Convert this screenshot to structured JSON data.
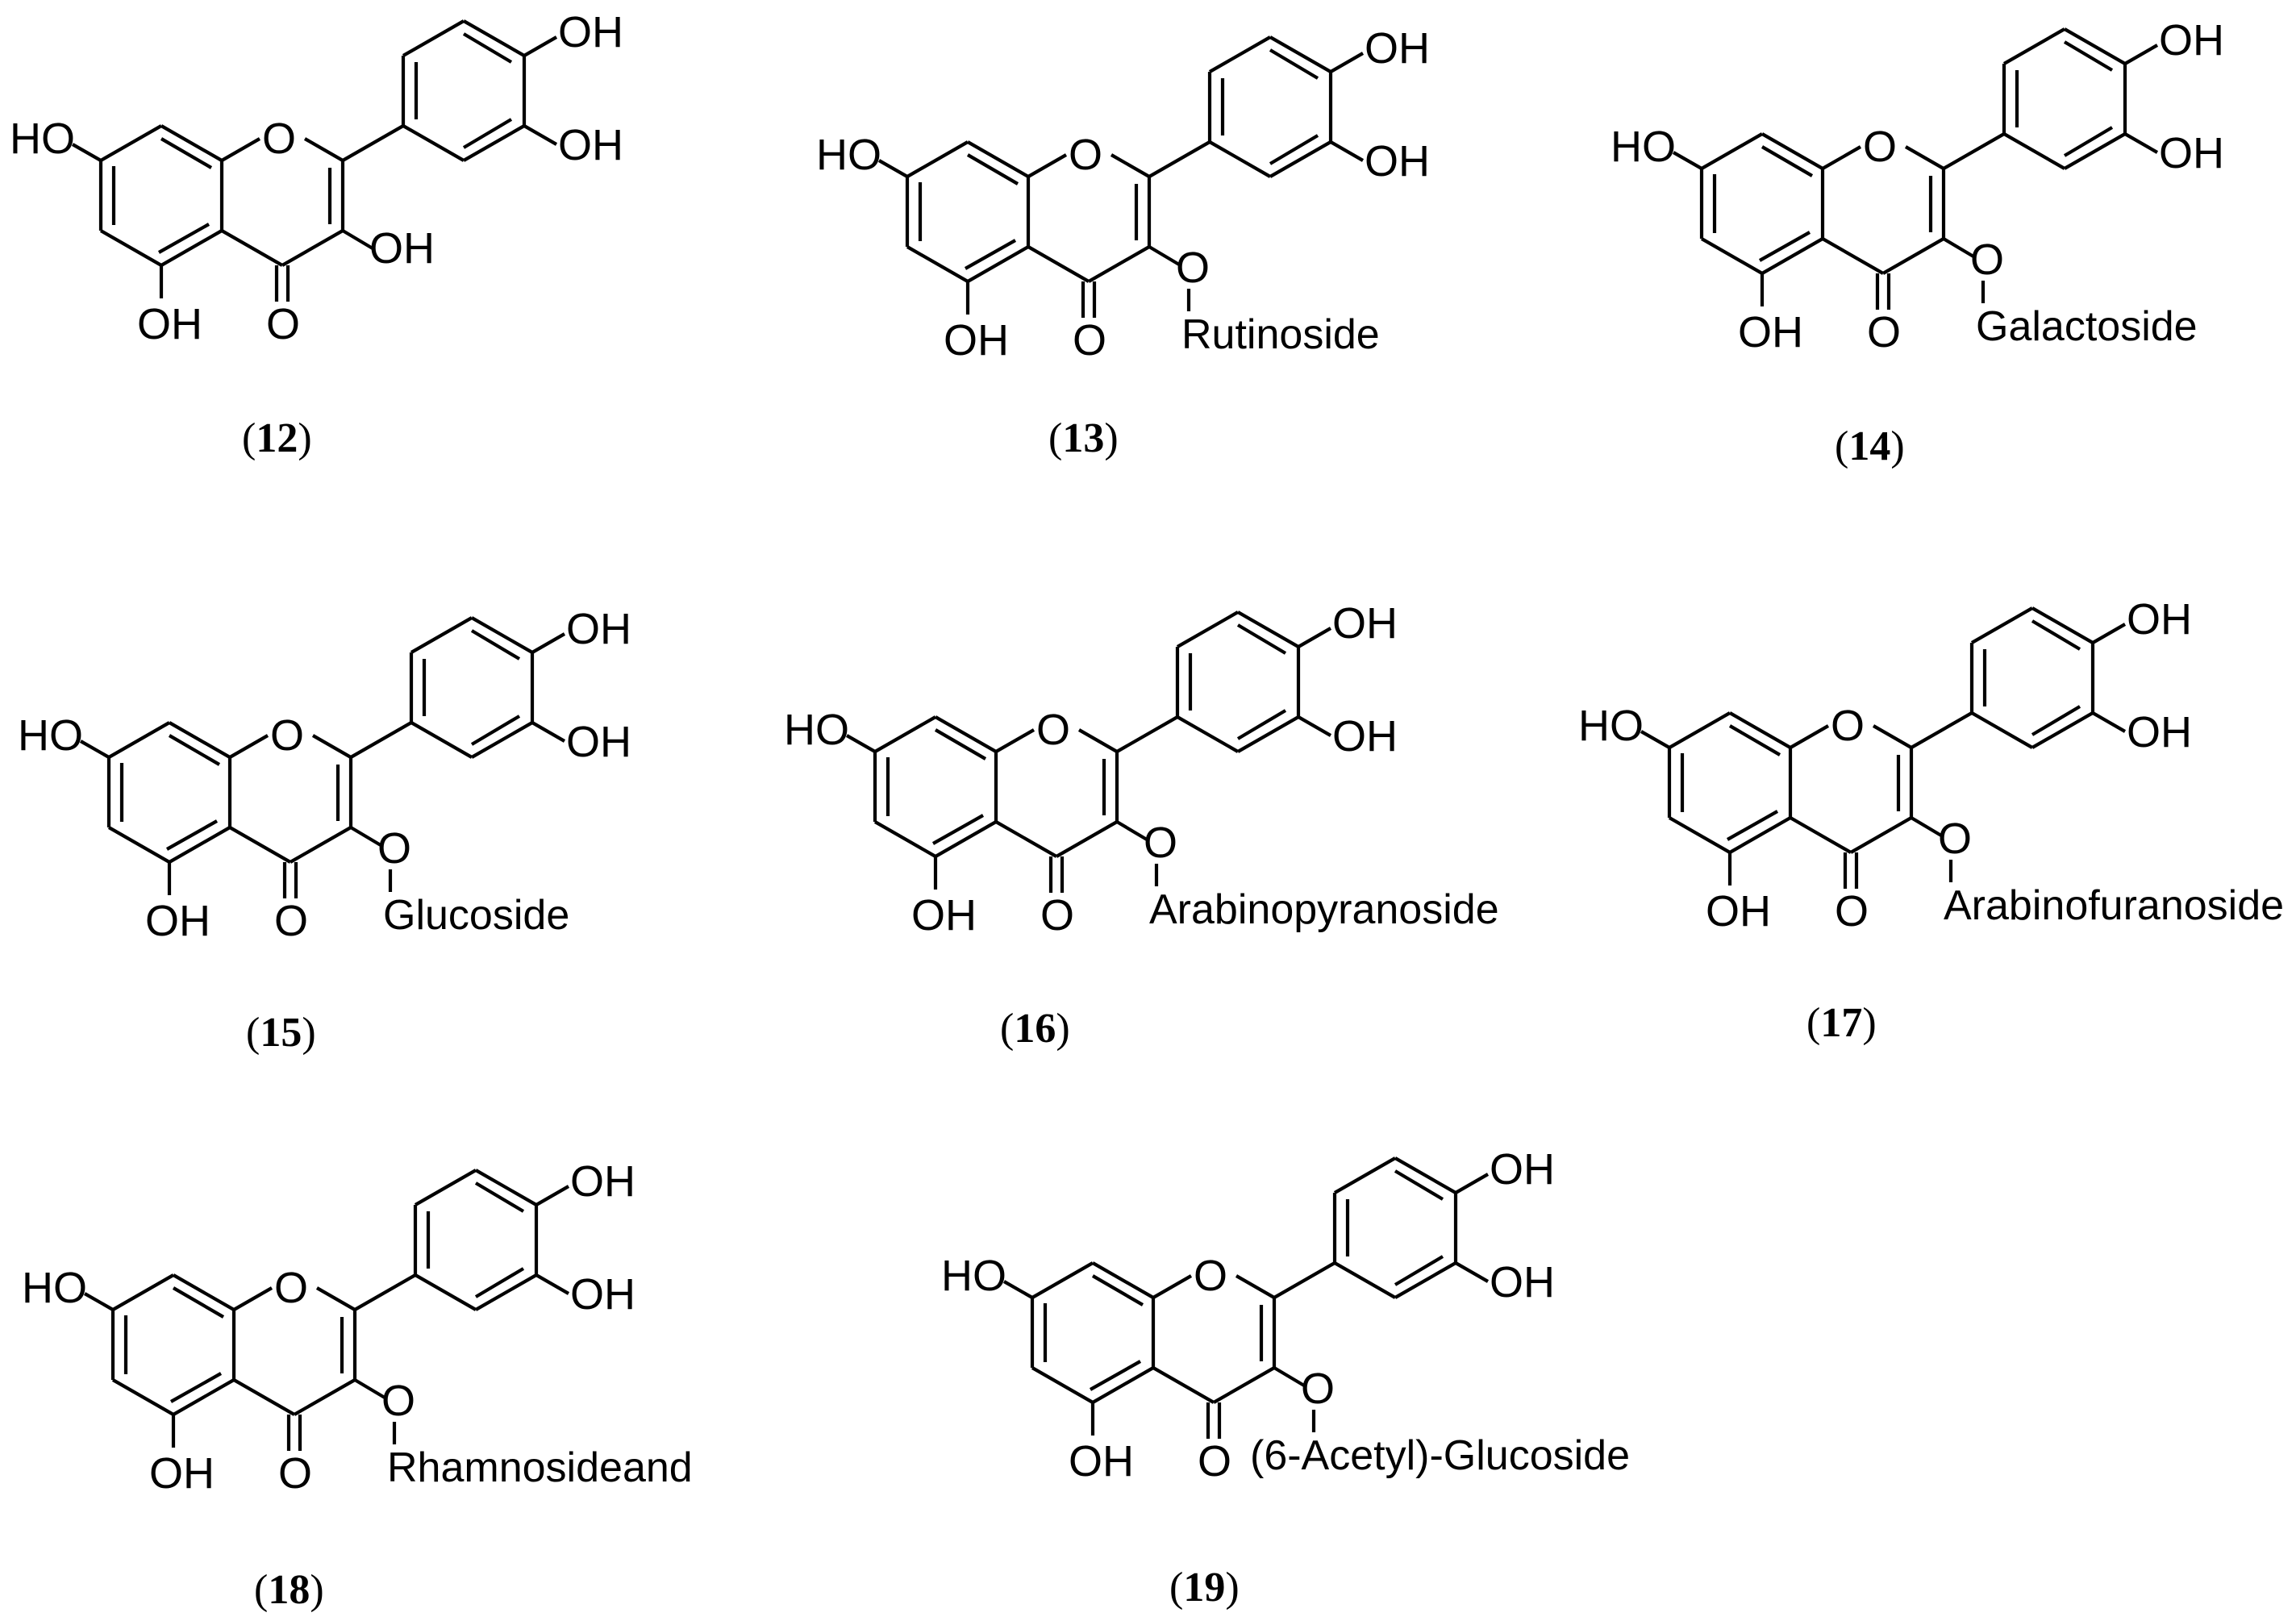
{
  "figure": {
    "atom_labels": {
      "hydroxyl": "OH",
      "ring_oxygen": "O",
      "carbonyl": "O",
      "ether": "O",
      "hydroxyl_left": "HO"
    },
    "compounds": [
      {
        "number": "12",
        "substituent": ""
      },
      {
        "number": "13",
        "substituent": "Rutinoside"
      },
      {
        "number": "14",
        "substituent": "Galactoside"
      },
      {
        "number": "15",
        "substituent": "Glucoside"
      },
      {
        "number": "16",
        "substituent": "Arabinopyranoside"
      },
      {
        "number": "17",
        "substituent": "Arabinofuranoside"
      },
      {
        "number": "18",
        "substituent": "Rhamnosideand"
      },
      {
        "number": "19",
        "substituent": "(6-Acetyl)-Glucoside"
      }
    ]
  }
}
